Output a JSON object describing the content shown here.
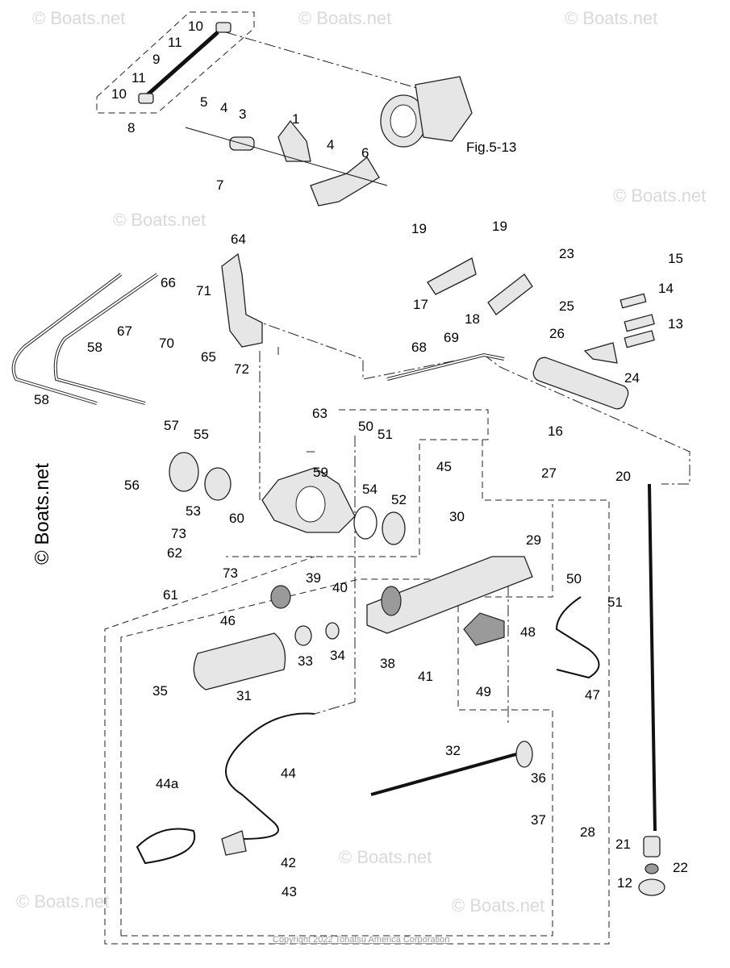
{
  "diagram": {
    "title_ref": "Fig.5-13",
    "copyright": "Copyright 2022 Tohatsu America Corporation",
    "watermark": "© Boats.net",
    "callouts": [
      "10",
      "11",
      "9",
      "11",
      "10",
      "8",
      "5",
      "4",
      "3",
      "1",
      "4",
      "6",
      "7",
      "64",
      "66",
      "71",
      "67",
      "70",
      "65",
      "72",
      "58",
      "58",
      "19",
      "19",
      "17",
      "18",
      "23",
      "15",
      "14",
      "25",
      "13",
      "26",
      "69",
      "68",
      "24",
      "16",
      "63",
      "50",
      "51",
      "57",
      "55",
      "45",
      "27",
      "20",
      "59",
      "56",
      "53",
      "54",
      "52",
      "30",
      "60",
      "29",
      "73",
      "62",
      "73",
      "61",
      "39",
      "40",
      "50",
      "46",
      "51",
      "48",
      "34",
      "33",
      "38",
      "41",
      "35",
      "31",
      "49",
      "47",
      "32",
      "36",
      "44",
      "44a",
      "37",
      "28",
      "21",
      "22",
      "12",
      "42",
      "43"
    ]
  }
}
